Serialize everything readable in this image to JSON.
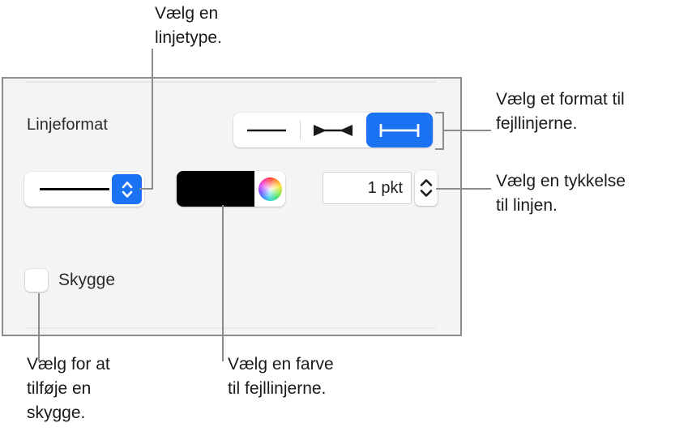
{
  "panel": {
    "section_title": "Linjeformat",
    "line_style": {
      "name": "line-style-popup",
      "selected_style": "solid-line",
      "stepper_icon": "up-down-chevrons"
    },
    "error_bar_format": {
      "options": [
        {
          "id": "plain-line",
          "icon": "plain-line-icon",
          "selected": false
        },
        {
          "id": "arrow-caps-line",
          "icon": "arrow-caps-line-icon",
          "selected": false
        },
        {
          "id": "t-caps-line",
          "icon": "t-caps-line-icon",
          "selected": true
        }
      ],
      "selected_color": "#1b72f2"
    },
    "color_well": {
      "swatch_color": "#000000",
      "wheel_icon": "color-wheel-icon"
    },
    "thickness": {
      "value": "1 pkt",
      "placeholder": "1 pkt",
      "stepper_up_icon": "chevron-up-icon",
      "stepper_down_icon": "chevron-down-icon"
    },
    "shadow": {
      "label": "Skygge",
      "checked": false
    }
  },
  "callouts": {
    "line_type": "Vælg en\nlinjetype.",
    "error_bar_format": "Vælg et format til\nfejllinjerne.",
    "thickness": "Vælg en tykkelse\ntil linjen.",
    "shadow": "Vælg for at\ntilføje en\nskygge.",
    "color": "Vælg en farve\ntil fejllinjerne."
  },
  "colors": {
    "accent": "#1b72f2",
    "panel_background": "#f4f4f4",
    "panel_border": "#8c8c8c",
    "leader_line": "#8c8c8c"
  }
}
